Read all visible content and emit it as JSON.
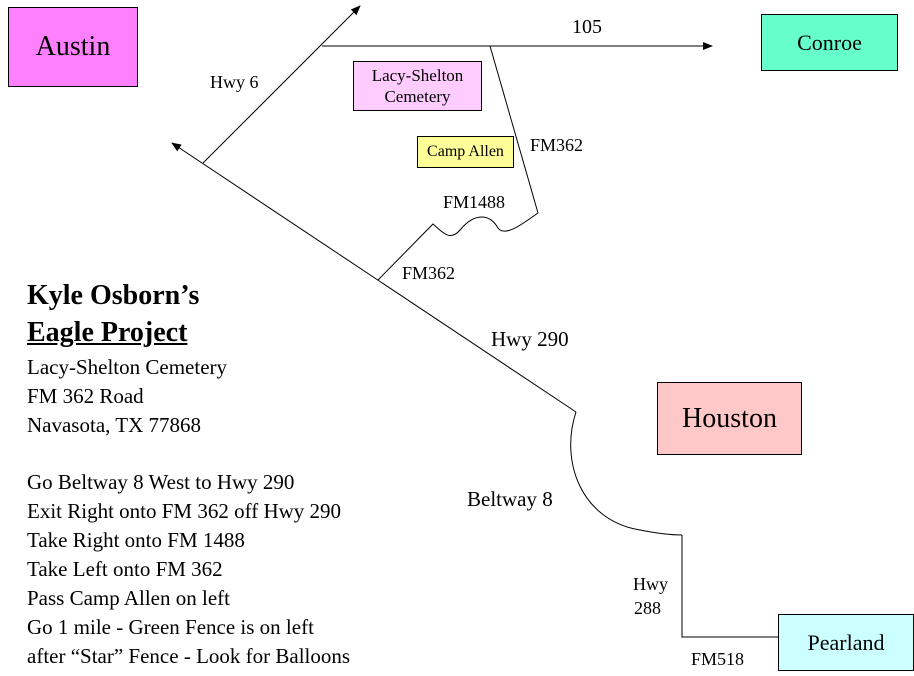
{
  "places": {
    "austin": {
      "label": "Austin",
      "color": "#ff80ff"
    },
    "conroe": {
      "label": "Conroe",
      "color": "#66ffcc"
    },
    "houston": {
      "label": "Houston",
      "color": "#ffc8c8"
    },
    "pearland": {
      "label": "Pearland",
      "color": "#ccffff"
    },
    "cemetery": {
      "label": "Lacy-Shelton Cemetery",
      "color": "#ffccff"
    },
    "camp_allen": {
      "label": "Camp Allen",
      "color": "#ffff99"
    }
  },
  "roads": {
    "r105": "105",
    "hwy6": "Hwy 6",
    "fm362_top": "FM362",
    "fm1488": "FM1488",
    "fm362_mid": "FM362",
    "hwy290": "Hwy 290",
    "beltway8": "Beltway 8",
    "hwy288_line1": "Hwy",
    "hwy288_line2": "288",
    "fm518": "FM518"
  },
  "title": {
    "line1": "Kyle Osborn’s",
    "line2": "Eagle Project"
  },
  "address": [
    "Lacy-Shelton Cemetery",
    "FM 362 Road",
    "Navasota, TX  77868"
  ],
  "directions": [
    "Go Beltway 8 West to Hwy 290",
    "Exit Right onto FM 362 off Hwy 290",
    "Take Right onto FM 1488",
    "Take Left onto FM 362",
    "Pass Camp Allen on left",
    "Go 1 mile - Green Fence is on left",
    "after “Star” Fence - Look for Balloons"
  ]
}
